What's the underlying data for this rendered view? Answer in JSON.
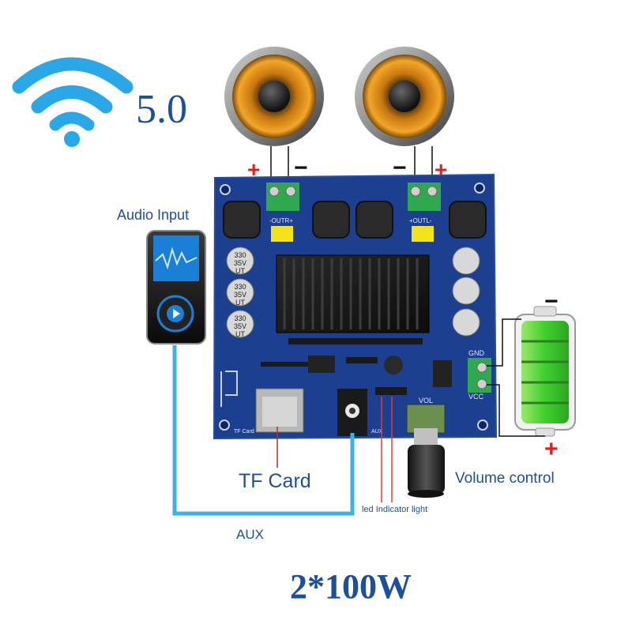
{
  "bluetooth": {
    "version": "5.0"
  },
  "speakers": {
    "left_plus": "+",
    "left_minus": "−",
    "right_minus": "−",
    "right_plus": "+"
  },
  "board": {
    "out_left": "-OUTR+",
    "out_right": "+OUTL-",
    "capacitor_text": [
      "330",
      "35V",
      "UT"
    ],
    "gnd": "GND",
    "vcc": "VCC",
    "vol": "VOL",
    "tf_card_silk": "TF Card",
    "aux_silk": "AUX"
  },
  "labels": {
    "audio_input": "Audio Input",
    "tf_card": "TF Card",
    "aux": "AUX",
    "led": "led Indicator light",
    "volume_control": "Volume control",
    "power": "2*100W"
  },
  "battery": {
    "minus": "−",
    "plus": "+"
  },
  "colors": {
    "wifi_blue": "#2aa7e6",
    "text_blue": "#1d4f9c",
    "pcb_blue": "#1c3f8f",
    "terminal_green": "#2fa84f",
    "jumper_yellow": "#f4e21a",
    "wire_blue": "#3db1e8",
    "red": "#e02020"
  }
}
